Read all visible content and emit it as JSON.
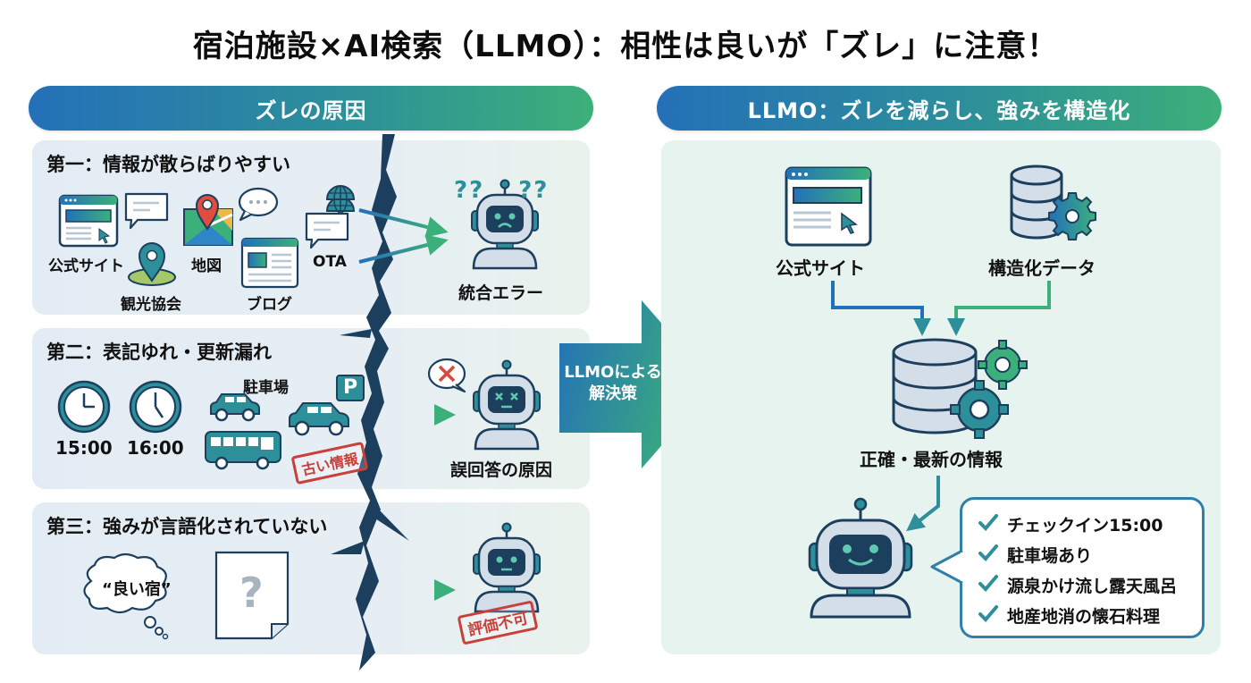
{
  "title": "宿泊施設×AI検索（LLMO）：相性は良いが「ズレ」に注意！",
  "left": {
    "banner": "ズレの原因",
    "sections": [
      {
        "heading": "第一：情報が散らばりやすい",
        "sources": [
          "公式サイト",
          "観光協会",
          "地図",
          "ブログ",
          "OTA"
        ],
        "result": "統合エラー"
      },
      {
        "heading": "第二：表記ゆれ・更新漏れ",
        "times": [
          "15:00",
          "16:00"
        ],
        "parking_label": "駐車場",
        "parking_sign": "P",
        "stamp": "古い情報",
        "result": "誤回答の原因"
      },
      {
        "heading": "第三：強みが言語化されていない",
        "thought": "“良い宿”",
        "doc_mark": "?",
        "stamp": "評価不可"
      }
    ],
    "question_marks": [
      "?",
      "?",
      "?",
      "?"
    ]
  },
  "center_arrow": {
    "line1": "LLMOによる",
    "line2": "解決策"
  },
  "right": {
    "banner": "LLMO：ズレを減らし、強みを構造化",
    "inputs": [
      "公式サイト",
      "構造化データ"
    ],
    "hub": "正確・最新の情報",
    "answers": [
      "チェックイン15:00",
      "駐車場あり",
      "源泉かけ流し露天風呂",
      "地産地消の懐石料理"
    ]
  },
  "colors": {
    "blue": "#2470b8",
    "teal": "#2d8f9a",
    "green": "#3cb07a",
    "navy": "#1d3f5e",
    "red": "#c9403a"
  }
}
